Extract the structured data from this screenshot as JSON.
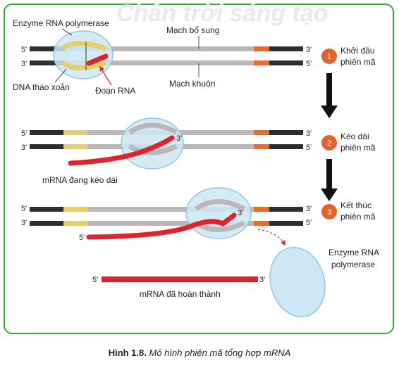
{
  "watermark": "Chân trời sáng tạo",
  "labels": {
    "enzyme_top": "Enzyme RNA polymerase",
    "mach_bo_sung": "Mạch bổ sung",
    "mach_khuon": "Mạch khuôn",
    "dna_thao_xoan": "DNA tháo xoắn",
    "doan_rna": "Đoạn RNA",
    "mrna_dang_keo_dai": "mRNA đang kéo dài",
    "mrna_da_hoan_thanh": "mRNA đã hoàn thành",
    "enzyme_bottom_1": "Enzyme RNA",
    "enzyme_bottom_2": "polymerase"
  },
  "ends": {
    "five": "5'",
    "three": "3'"
  },
  "steps": [
    {
      "number": "1",
      "line1": "Khởi đầu",
      "line2": "phiên mã"
    },
    {
      "number": "2",
      "line1": "Kéo dài",
      "line2": "phiên mã"
    },
    {
      "number": "3",
      "line1": "Kết thúc",
      "line2": "phiên mã"
    }
  ],
  "caption": {
    "label": "Hình 1.8.",
    "text": "Mô hình phiên mã tổng hợp mRNA"
  },
  "colors": {
    "frame": "#3aaa35",
    "dna_dark": "#2e2e2e",
    "dna_gray": "#bcb6b8",
    "promoter": "#e6cf6a",
    "terminator": "#ee6a2c",
    "rna": "#e2222a",
    "enzyme": "#cde8f4",
    "enzyme_edge": "#8cc8e6",
    "step_circle": "#e8602a",
    "arrow": "#111111"
  }
}
